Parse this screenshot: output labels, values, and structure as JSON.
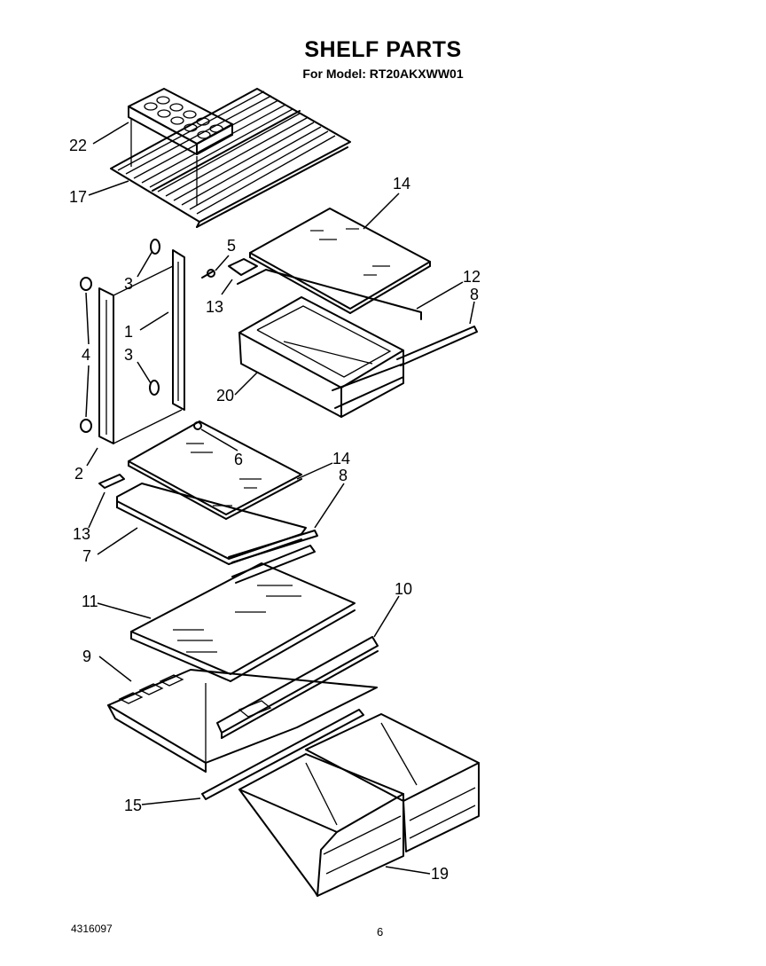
{
  "header": {
    "title": "SHELF PARTS",
    "subtitle": "For Model: RT20AKXWW01"
  },
  "footer": {
    "doc_number": "4316097",
    "page_number": "6"
  },
  "callouts": [
    {
      "id": "c22",
      "label": "22"
    },
    {
      "id": "c17",
      "label": "17"
    },
    {
      "id": "c14a",
      "label": "14"
    },
    {
      "id": "c5",
      "label": "5"
    },
    {
      "id": "c3a",
      "label": "3"
    },
    {
      "id": "c13a",
      "label": "13"
    },
    {
      "id": "c12",
      "label": "12"
    },
    {
      "id": "c8a",
      "label": "8"
    },
    {
      "id": "c1",
      "label": "1"
    },
    {
      "id": "c4",
      "label": "4"
    },
    {
      "id": "c3b",
      "label": "3"
    },
    {
      "id": "c20",
      "label": "20"
    },
    {
      "id": "c2",
      "label": "2"
    },
    {
      "id": "c6",
      "label": "6"
    },
    {
      "id": "c14b",
      "label": "14"
    },
    {
      "id": "c8b",
      "label": "8"
    },
    {
      "id": "c13b",
      "label": "13"
    },
    {
      "id": "c7",
      "label": "7"
    },
    {
      "id": "c11",
      "label": "11"
    },
    {
      "id": "c10",
      "label": "10"
    },
    {
      "id": "c9",
      "label": "9"
    },
    {
      "id": "c15",
      "label": "15"
    },
    {
      "id": "c19",
      "label": "19"
    }
  ]
}
